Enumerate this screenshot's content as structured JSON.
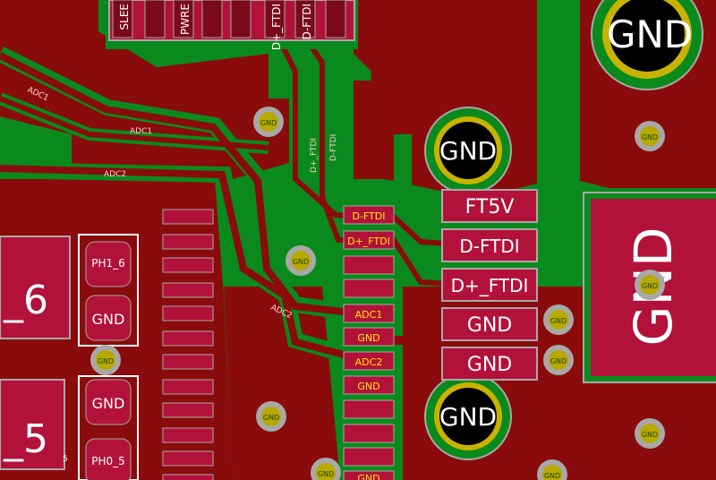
{
  "top_pads": [
    "SLEE",
    "PWRE",
    "D+_FTDI",
    "D-FTDI"
  ],
  "pads_big": {
    "ft5v": "FT5V",
    "d_minus": "D-FTDI",
    "d_plus": "D+_FTDI",
    "gnd1": "GND",
    "gnd2": "GND"
  },
  "mounting_holes": {
    "top_right": "GND",
    "mid": "GND",
    "bottom": "GND"
  },
  "big_right_pad": "GND",
  "left_large_labels": {
    "upper": "_6",
    "lower": "_5"
  },
  "left_pads": {
    "ph1_6": "PH1_6",
    "gnd_a": "GND",
    "gnd_b": "GND",
    "ph0_5": "PH0_5",
    "small_5": "5"
  },
  "small_pads": {
    "d_minus": "D-FTDI",
    "d_plus": "D+_FTDI",
    "adc1": "ADC1",
    "gnd1": "GND",
    "adc2": "ADC2",
    "gnd2": "GND",
    "gnd3": "GND"
  },
  "track_labels": {
    "adc1_a": "ADC1",
    "adc1_b": "ADC1",
    "adc2_a": "ADC2",
    "adc2_b": "ADC2",
    "vert_d_plus": "D+_FTDI",
    "vert_d_minus": "D-FTDI"
  },
  "via_label": "GND",
  "colors": {
    "board": "#0a8a1c",
    "copper": "#8a0b0b",
    "pad": "#b2123a",
    "mask": "#a8a8a8",
    "hole": "#c8b400",
    "silk": "#ffffff"
  }
}
